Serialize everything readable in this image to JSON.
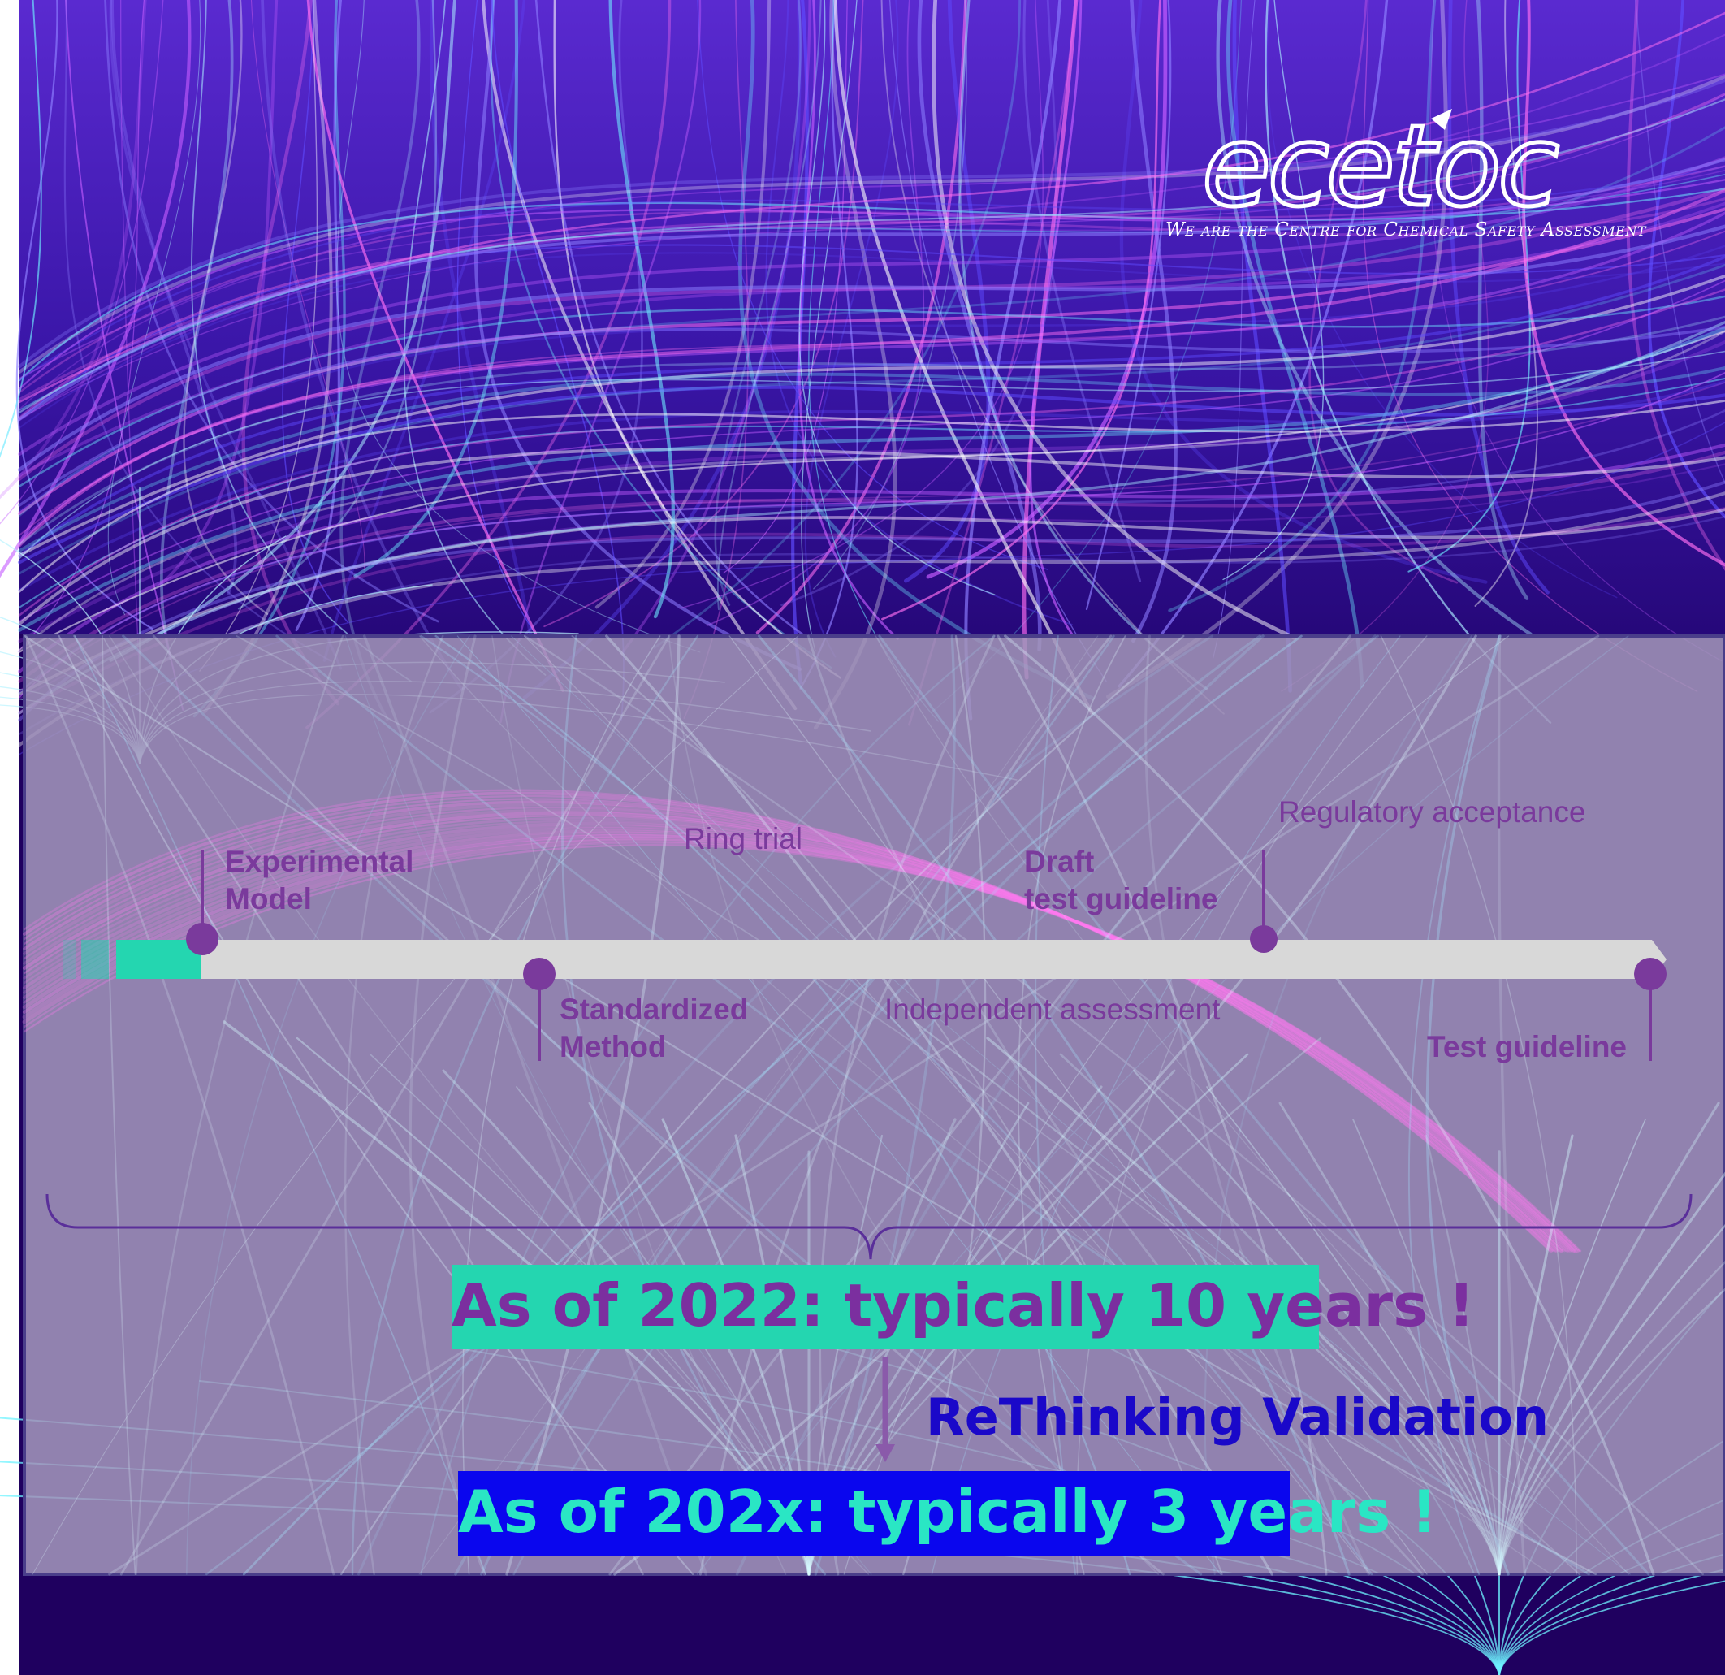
{
  "logo": {
    "wordmark": "ecetoc",
    "tagline": "We are the Centre for Chemical Safety Assessment"
  },
  "timeline": {
    "milestones_above": [
      {
        "label_lines": [
          "Experimental",
          "Model"
        ],
        "bold": true
      },
      {
        "label_lines": [
          "Draft",
          "test guideline"
        ],
        "bold": true
      }
    ],
    "milestones_below": [
      {
        "label_lines": [
          "Standardized",
          "Method"
        ],
        "bold": true
      },
      {
        "label_lines": [
          "Test guideline"
        ],
        "bold": true
      }
    ],
    "phases_above": [
      "Ring trial",
      "Regulatory acceptance"
    ],
    "phases_below": [
      "Independent assessment"
    ]
  },
  "results": {
    "current": "As of 2022: typically 10 years !",
    "arrow_label": "ReThinking Validation",
    "future": "As of 202x: typically 3 years !"
  },
  "colors": {
    "background": "#1f005f",
    "panel": "#a497bd",
    "accent_teal": "#24d6b0",
    "accent_purple": "#7a3a9c",
    "future_box": "#0a06ee",
    "rethinking_text": "#1a08c9",
    "bar": "#d8d8d8"
  }
}
